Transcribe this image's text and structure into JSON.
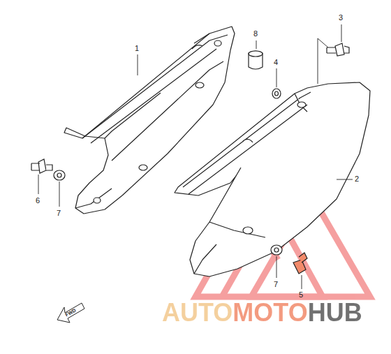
{
  "diagram": {
    "labels": [
      "1",
      "8",
      "3",
      "4",
      "2",
      "6",
      "7",
      "7",
      "5",
      "FWD",
      "AUTOMOTOHUB"
    ]
  }
}
